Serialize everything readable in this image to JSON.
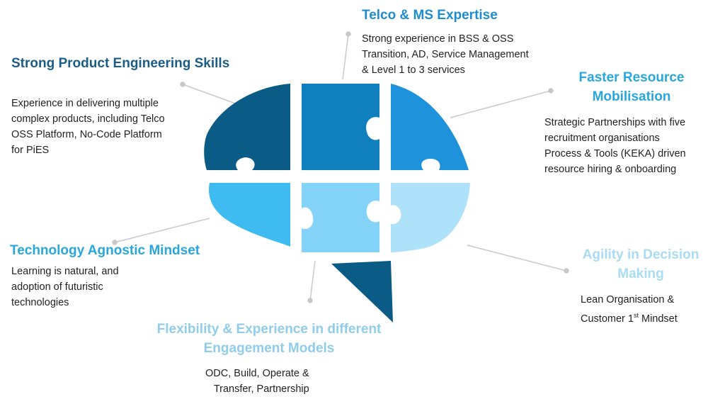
{
  "colors": {
    "piece_dark": "#0b5b87",
    "piece_mid": "#0f7fbe",
    "piece_blue": "#1e93db",
    "piece_light": "#3ebbf0",
    "piece_lighter": "#82d3f7",
    "piece_pale": "#aee2fa",
    "stem": "#0b5b87",
    "connector": "#c8c8c8"
  },
  "sections": {
    "product_engineering": {
      "title": "Strong Product Engineering Skills",
      "lines": [
        "Experience in delivering multiple",
        "complex products, including Telco",
        "OSS Platform, No-Code Platform",
        "for PiES"
      ]
    },
    "telco_ms": {
      "title": "Telco & MS Expertise",
      "lines": [
        "Strong experience in BSS & OSS",
        "Transition, AD, Service Management",
        "& Level 1 to 3 services"
      ]
    },
    "resource_mobilisation": {
      "title_lines": [
        "Faster Resource",
        "Mobilisation"
      ],
      "lines": [
        "Strategic Partnerships with five",
        "recruitment organisations",
        "Process & Tools (KEKA) driven",
        "resource hiring & onboarding"
      ]
    },
    "technology_agnostic": {
      "title": "Technology Agnostic Mindset",
      "lines": [
        "Learning is natural, and",
        "adoption of futuristic",
        "technologies"
      ]
    },
    "agility": {
      "title_lines": [
        "Agility in Decision",
        "Making"
      ],
      "lines": [
        "Lean Organisation &"
      ],
      "line2_prefix": "Customer 1",
      "line2_sup": "st",
      "line2_suffix": " Mindset"
    },
    "flexibility": {
      "title_lines": [
        "Flexibility & Experience in different",
        "Engagement Models"
      ],
      "lines": [
        "ODC, Build, Operate &",
        "Transfer, Partnership"
      ]
    }
  }
}
